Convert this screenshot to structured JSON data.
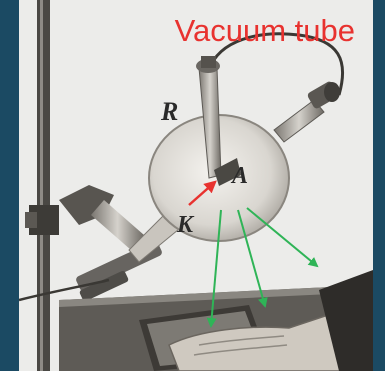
{
  "title": "Vacuum tube",
  "labels": {
    "r": "R",
    "a": "A",
    "k": "K"
  },
  "colors": {
    "background": "#1b4a63",
    "title": "#e8322f",
    "cathode_ray_arrow": "#e8322f",
    "xray_arrows": "#2fb457"
  },
  "arrows": {
    "cathode_ray_count": 1,
    "xray_count": 3
  }
}
